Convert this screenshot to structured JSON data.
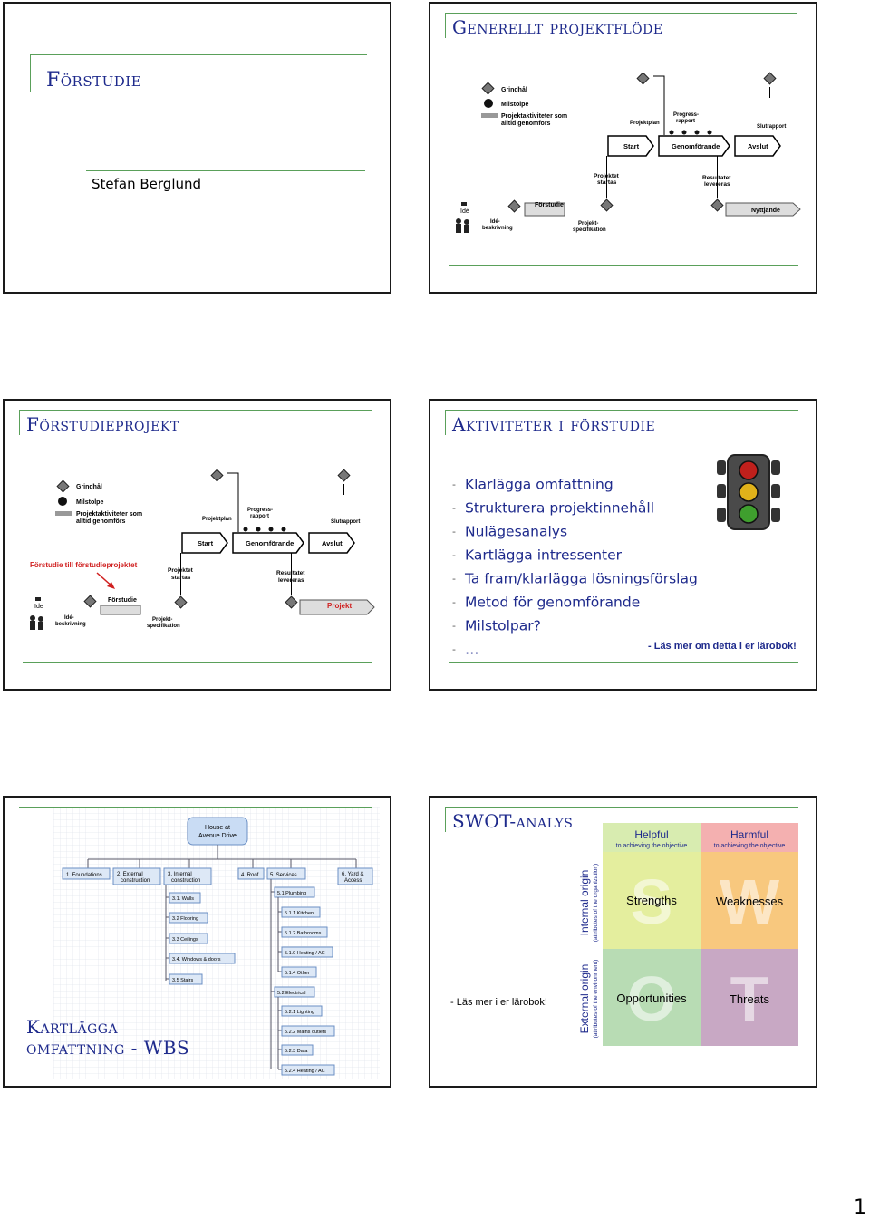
{
  "slide1": {
    "title": "Förstudie",
    "author": "Stefan Berglund"
  },
  "slide2": {
    "title": "Generellt projektflöde",
    "legend": [
      "Grindhål",
      "Milstolpe",
      "Projektaktiviteter som",
      "alltid genomförs"
    ],
    "phases": [
      "Start",
      "Genomförande",
      "Avslut"
    ],
    "top_labels": [
      "Projektplan",
      "Progress-",
      "rapport",
      "Slutrapport"
    ],
    "mid_labels": [
      "Projektet",
      "startas",
      "Resultatet",
      "levereras"
    ],
    "prestudy": "Förstudie",
    "benefit": "Nyttjande",
    "idea": "Idé",
    "idea_desc": [
      "Idé-",
      "beskrivning"
    ],
    "spec": [
      "Projekt-",
      "specifikation"
    ]
  },
  "slide3": {
    "title": "Förstudieprojekt",
    "legend": [
      "Grindhål",
      "Milstolpe",
      "Projektaktiviteter som",
      "alltid genomförs"
    ],
    "highlight": "Förstudie till förstudieprojektet",
    "phases": [
      "Start",
      "Genomförande",
      "Avslut"
    ],
    "top_labels": [
      "Projektplan",
      "Progress-",
      "rapport",
      "Slutrapport"
    ],
    "mid_labels": [
      "Projektet",
      "startas",
      "Resultatet",
      "levereras"
    ],
    "prestudy": "Förstudie",
    "project": "Projekt",
    "idea": "Ide",
    "idea_desc": [
      "Idé-",
      "beskrivning"
    ],
    "spec": [
      "Projekt-",
      "specifikation"
    ]
  },
  "slide4": {
    "title": "Aktiviteter i förstudie",
    "bullets": [
      "Klarlägga omfattning",
      "Strukturera projektinnehåll",
      "Nulägesanalys",
      "Kartlägga intressenter",
      "Ta fram/klarlägga lösningsförslag",
      "Metod för genomförande",
      "Milstolpar?",
      "…"
    ],
    "note": "- Läs mer om detta i er lärobok!",
    "colors": {
      "red": "#c0201c",
      "yellow": "#e0b21a",
      "green": "#3f9f2e"
    }
  },
  "slide5": {
    "title_line1": "Kartlägga",
    "title_line2": "omfattning - WBS",
    "root": [
      "House at",
      "Avenue Drive"
    ],
    "level1": [
      [
        "1. Foundations"
      ],
      [
        "2. External",
        "construction"
      ],
      [
        "3. Internal",
        "construction"
      ],
      [
        "4. Roof"
      ],
      [
        "5. Services"
      ],
      [
        "6. Yard &",
        "Access"
      ]
    ],
    "internal_items": [
      "3.1. Walls",
      "3.2 Flooring",
      "3.3 Ceilings",
      "3.4. Windows & doors",
      "3.5 Stairs"
    ],
    "services_items": [
      "5.1 Plumbing",
      "5.1.1 Kitchen",
      "5.1.2 Bathrooms",
      "5.1.0 Heating / AC",
      "5.1.4 Other",
      "5.2 Electrical",
      "5.2.1 Lighting",
      "5.2.2 Mains outlets",
      "5.2.3 Data",
      "5.2.4 Heating / AC"
    ]
  },
  "slide6": {
    "title": "SWOT-analys",
    "helpful": "Helpful",
    "helpful_sub": "to achieving the objective",
    "harmful": "Harmful",
    "harmful_sub": "to achieving the objective",
    "internal": "Internal origin",
    "internal_sub": "(attributes of the organization)",
    "external": "External origin",
    "external_sub": "(attributes of the environment)",
    "strengths": "Strengths",
    "weaknesses": "Weaknesses",
    "opportunities": "Opportunities",
    "threats": "Threats",
    "letters": [
      "S",
      "W",
      "O",
      "T"
    ],
    "note": "- Läs mer i er lärobok!",
    "colors": {
      "strengths": "#e4ee9e",
      "weaknesses": "#f8c87e",
      "opportunities": "#b8dcb4",
      "threats": "#c8a8c4",
      "helpful_head": "#d8ecb0",
      "harmful_head": "#f4b0b0"
    }
  },
  "page_number": "1"
}
